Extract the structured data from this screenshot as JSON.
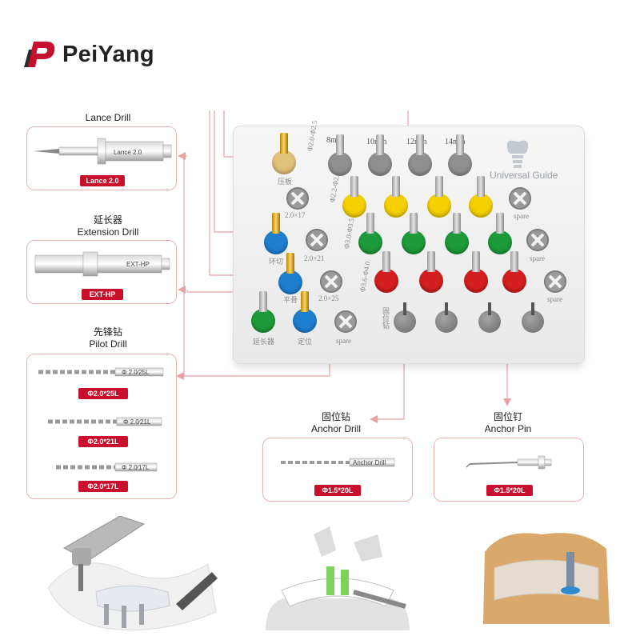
{
  "brand": {
    "name": "PeiYang",
    "color": "#c8102e"
  },
  "sections": {
    "lance": {
      "title": "Lance Drill",
      "engraving": "Lance 2.0",
      "tag": "Lance 2.0"
    },
    "extension": {
      "title_cn": "延长器",
      "title": "Extension Drill",
      "engraving": "EXT-HP",
      "tag": "EXT-HP"
    },
    "pilot": {
      "title_cn": "先锋钻",
      "title": "Pilot Drill",
      "items": [
        {
          "engraving": "Φ 2.0∕25L",
          "tag": "Φ2.0*25L"
        },
        {
          "engraving": "Φ 2.0∕21L",
          "tag": "Φ2.0*21L"
        },
        {
          "engraving": "Φ 2.0∕17L",
          "tag": "Φ2.0*17L"
        }
      ]
    },
    "anchor_drill": {
      "title_cn": "固位钻",
      "title": "Anchor Drill",
      "engraving": "Anchor Drill",
      "tag": "Φ1.5*20L"
    },
    "anchor_pin": {
      "title_cn": "固位钉",
      "title": "Anchor Pin",
      "tag": "Φ1.5*20L"
    }
  },
  "tray": {
    "brand_text": "Universal Guide",
    "lengths": [
      "8mm",
      "10mm",
      "12mm",
      "14mm"
    ],
    "labels": {
      "pressing": "压板",
      "punch": "环切",
      "flatten": "平骨",
      "extender": "延长器",
      "position": "定位",
      "anchor_drill": "固位钻",
      "spare": "spare"
    },
    "sizes": [
      "2.0×17",
      "2.0×21",
      "2.0×25"
    ],
    "diameters": [
      "Φ2.0-Φ2.5",
      "Φ2.2-Φ2.8",
      "Φ3.0-Φ3.5",
      "Φ3.6-Φ4.0"
    ],
    "colors": {
      "yellow": "#f4d000",
      "green": "#1d9a3a",
      "red": "#d31f1f",
      "blue": "#1e7fd1"
    }
  }
}
